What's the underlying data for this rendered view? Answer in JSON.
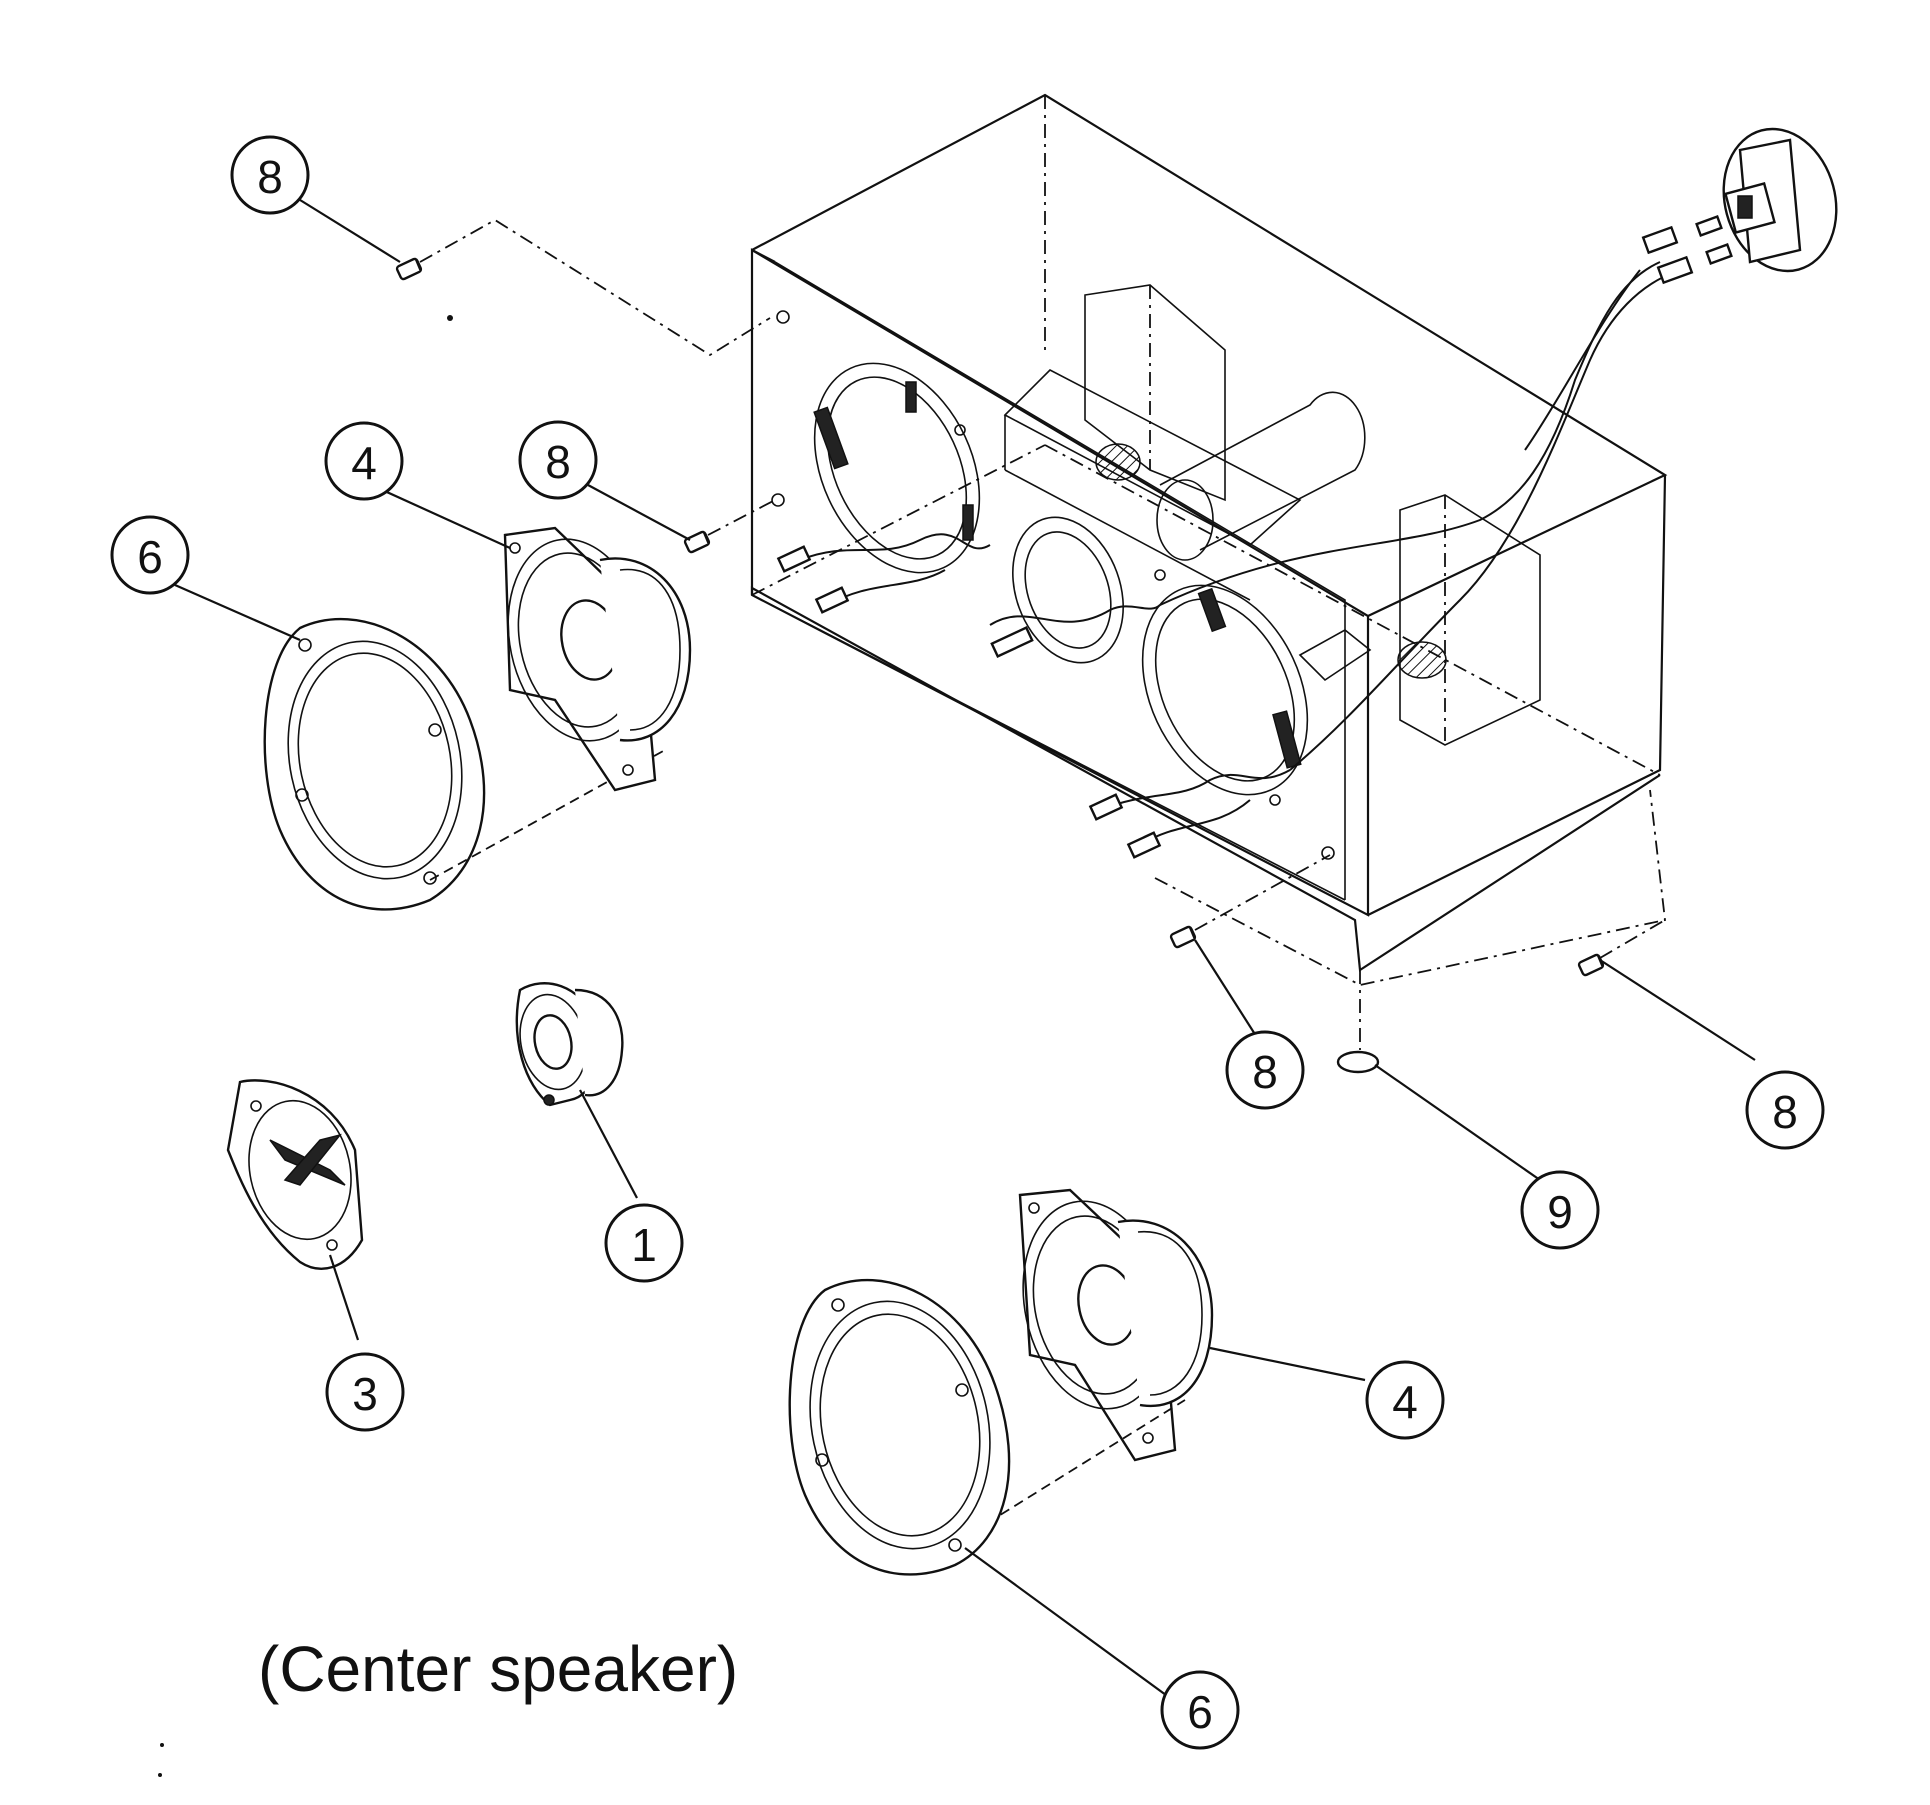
{
  "caption": "(Center speaker)",
  "callouts": {
    "c8a": "8",
    "c4a": "4",
    "c8b": "8",
    "c6a": "6",
    "c8c": "8",
    "c8d": "8",
    "c9": "9",
    "c1": "1",
    "c3": "3",
    "c4b": "4",
    "c6b": "6"
  }
}
